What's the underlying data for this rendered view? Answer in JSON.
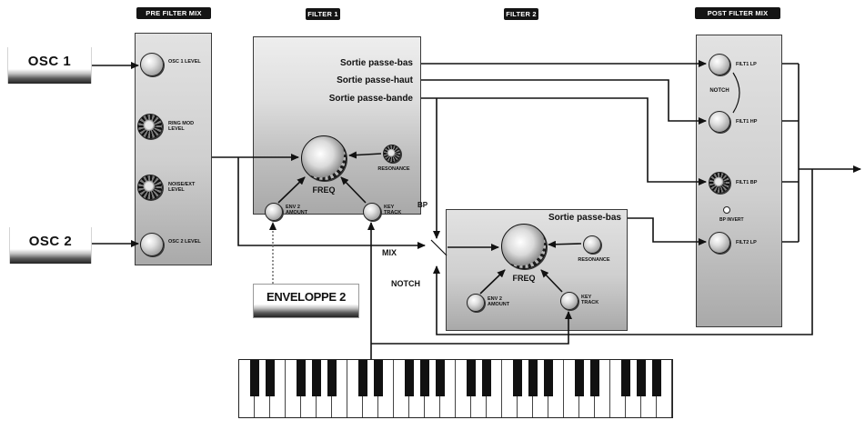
{
  "headers": {
    "pre_filter_mix": "PRE FILTER MIX",
    "filter_1": "FILTER 1",
    "filter_2": "FILTER 2",
    "post_filter_mix": "POST FILTER MIX"
  },
  "sources": {
    "osc_1": "OSC 1",
    "osc_2": "OSC 2",
    "envelope_2": "ENVELOPPE 2"
  },
  "pre_filter_mix": {
    "osc1_level": "OSC 1 LEVEL",
    "ring_mod_level": "RING MOD LEVEL",
    "noise_level": "NOISE/EXT LEVEL",
    "osc2_level": "OSC 2 LEVEL"
  },
  "filter_1": {
    "out_lowpass": "Sortie passe-bas",
    "out_highpass": "Sortie passe-haut",
    "out_bandpass": "Sortie passe-bande",
    "freq": "FREQ",
    "resonance": "RESONANCE",
    "env2_amount": "ENV 2 AMOUNT",
    "key_track": "KEY TRACK"
  },
  "filter_2": {
    "out_lowpass": "Sortie passe-bas",
    "freq": "FREQ",
    "resonance": "RESONANCE",
    "env2_amount": "ENV 2 AMOUNT",
    "key_track": "KEY TRACK"
  },
  "routing": {
    "bp": "BP",
    "mix": "MIX",
    "notch": "NOTCH"
  },
  "post_filter_mix": {
    "filt1_lp": "FILT1 LP",
    "notch": "NOTCH",
    "filt1_hp": "FILT1 HP",
    "filt1_bp": "FILT1 BP",
    "bp_invert": "BP INVERT",
    "filt2_lp": "FILT2 LP"
  },
  "colors": {
    "ink": "#111111",
    "header_bg": "#141414",
    "header_text": "#ffffff",
    "panel_light": "#e2e2e2",
    "panel_dark": "#a9a9a9"
  }
}
